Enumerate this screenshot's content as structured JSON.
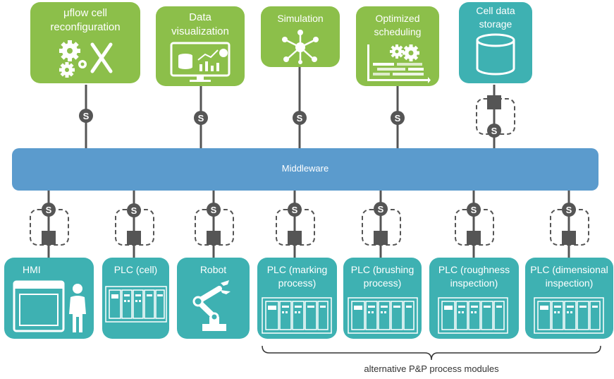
{
  "top_modules": [
    {
      "label": "μflow cell\nreconfiguration",
      "icon": "gears-tools-icon"
    },
    {
      "label": "Data\nvisualization",
      "icon": "dashboard-monitor-icon"
    },
    {
      "label": "Simulation",
      "icon": "network-hub-icon"
    },
    {
      "label": "Optimized\nscheduling",
      "icon": "gantt-gears-icon"
    },
    {
      "label": "Cell data\nstorage",
      "icon": "database-cylinder-icon"
    }
  ],
  "middleware": {
    "label": "Middleware"
  },
  "service_marker": "S",
  "bottom_modules": [
    {
      "label": "HMI",
      "icon": "hmi-screen-person-icon"
    },
    {
      "label": "PLC (cell)",
      "icon": "plc-rack-icon"
    },
    {
      "label": "Robot",
      "icon": "robot-arm-icon"
    },
    {
      "label": "PLC (marking\nprocess)",
      "icon": "plc-rack-icon"
    },
    {
      "label": "PLC (brushing\nprocess)",
      "icon": "plc-rack-icon"
    },
    {
      "label": "PLC (roughness\ninspection)",
      "icon": "plc-rack-icon"
    },
    {
      "label": "PLC (dimensional\ninspection)",
      "icon": "plc-rack-icon"
    }
  ],
  "footnote": "alternative P&P process modules",
  "colors": {
    "green": "#8cbf4a",
    "teal": "#3eb1b2",
    "middleware": "#5b9bcd",
    "connector": "#555555"
  }
}
